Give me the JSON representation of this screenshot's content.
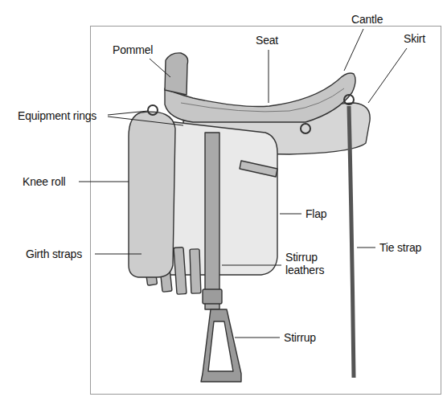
{
  "diagram": {
    "labels": [
      "Pommel",
      "Seat",
      "Cantle",
      "Skirt",
      "Equipment rings",
      "Knee roll",
      "Flap",
      "Tie strap",
      "Girth straps",
      "Stirrup leathers",
      "Stirrup"
    ]
  }
}
